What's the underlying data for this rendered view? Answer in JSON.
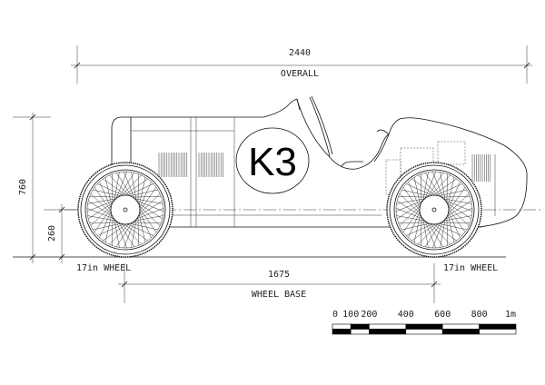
{
  "dimensions": {
    "overall_value": "2440",
    "overall_label": "OVERALL",
    "height_value": "760",
    "axle_height_value": "260",
    "wheelbase_value": "1675",
    "wheelbase_label": "WHEEL BASE",
    "front_wheel_label": "17in WHEEL",
    "rear_wheel_label": "17in WHEEL"
  },
  "car": {
    "number": "K3"
  },
  "scale_bar": {
    "ticks": [
      "0",
      "100",
      "200",
      "400",
      "600",
      "800",
      "1m"
    ],
    "tick_values_mm": [
      0,
      100,
      200,
      400,
      600,
      800,
      1000
    ]
  }
}
